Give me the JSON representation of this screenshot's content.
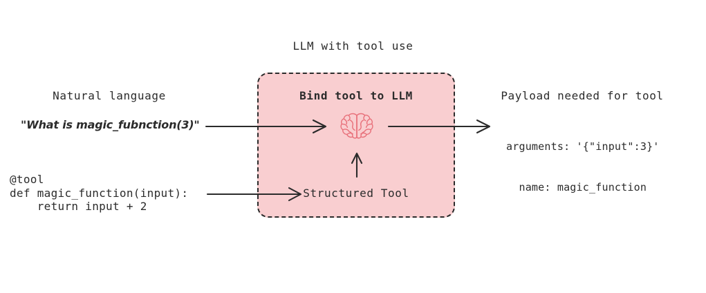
{
  "title": "LLM with tool use",
  "box": {
    "bind_label": "Bind tool to LLM",
    "structured_tool_label": "Structured Tool",
    "brain_icon": "brain-icon",
    "fill_color": "#f9ced0",
    "border_color": "#2b2b2b"
  },
  "left": {
    "heading": "Natural language",
    "query": "\"What is magic_fubnction(3)\"",
    "code": "@tool\ndef magic_function(input):\n    return input + 2"
  },
  "right": {
    "heading": "Payload needed for tool",
    "payload_line_1": "arguments: '{\"input\":3}'",
    "payload_line_2": "  name: magic_function"
  },
  "arrows": [
    {
      "name": "arrow-query-to-llm",
      "from": "query",
      "to": "brain"
    },
    {
      "name": "arrow-tool-to-structured-tool",
      "from": "code",
      "to": "structured-tool"
    },
    {
      "name": "arrow-structured-tool-to-brain",
      "from": "structured-tool",
      "to": "brain"
    },
    {
      "name": "arrow-llm-to-payload",
      "from": "brain",
      "to": "payload"
    }
  ],
  "colors": {
    "ink": "#2b2b2b",
    "pink_fill": "#f9ced0",
    "brain_stroke": "#e8707a",
    "background": "#ffffff"
  }
}
